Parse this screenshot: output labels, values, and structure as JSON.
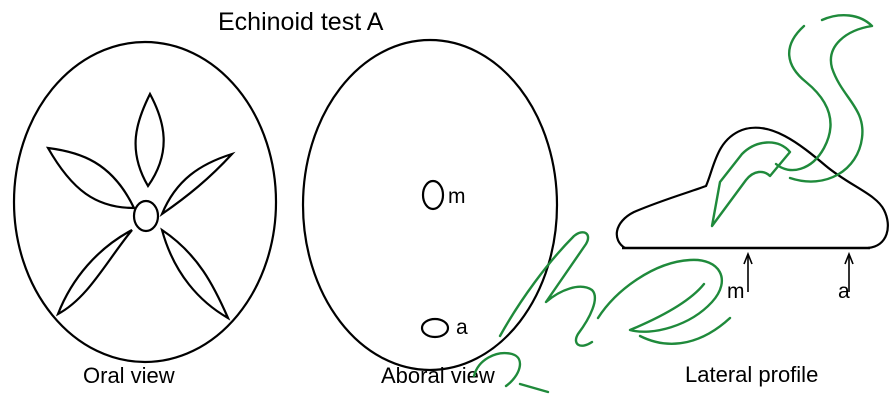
{
  "title": "Echinoid test A",
  "views": {
    "oral": {
      "caption": "Oral view"
    },
    "aboral": {
      "caption": "Aboral view",
      "label_m": "m",
      "label_a": "a"
    },
    "lateral": {
      "caption": "Lateral profile",
      "label_m": "m",
      "label_a": "a"
    }
  },
  "watermark": {
    "text": "Teachers",
    "color": "#1f8a3b"
  }
}
